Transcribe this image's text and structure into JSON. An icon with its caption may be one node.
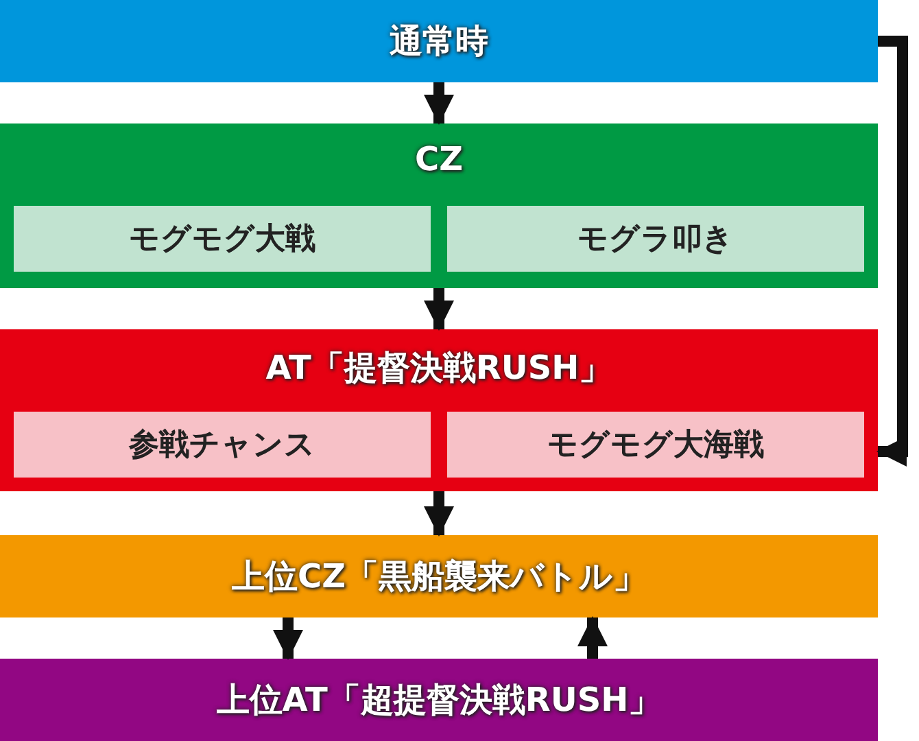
{
  "diagram": {
    "nodes": [
      {
        "text": [
          "通常時"
        ]
      },
      {
        "text": [
          "CZ"
        ]
      },
      {
        "text": [
          "モグモグ大戦"
        ],
        "in": 1
      },
      {
        "text": [
          "モグラ叩き"
        ],
        "in": 1
      },
      {
        "text": [
          "AT「提督決戦RUSH」"
        ]
      },
      {
        "text": [
          "参戦チャンス"
        ],
        "in": 4
      },
      {
        "text": [
          "モグモグ大海戦"
        ],
        "in": 4
      },
      {
        "text": [
          "上位CZ「黒船襲来バトル」"
        ]
      },
      {
        "text": [
          "上位AT「超提督決戦RUSH」"
        ]
      }
    ],
    "edges": [
      {
        "from": 0,
        "to": 1,
        "arrow": "to"
      },
      {
        "from": 1,
        "to": 4,
        "arrow": "to"
      },
      {
        "from": 0,
        "to": 4,
        "arrow": "to"
      },
      {
        "from": 4,
        "to": 7,
        "arrow": "to"
      },
      {
        "from": 7,
        "to": 8,
        "arrow": "to"
      },
      {
        "from": 8,
        "to": 7,
        "arrow": "to"
      }
    ]
  }
}
